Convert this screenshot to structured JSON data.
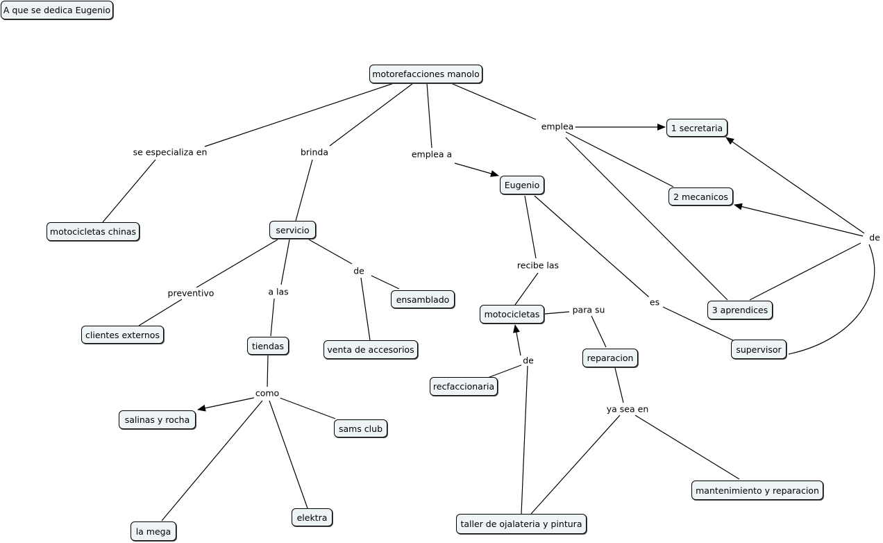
{
  "title": "A que se dedica Eugenio",
  "concepts": {
    "motorefacciones": "motorefacciones manolo",
    "secretaria": "1 secretaria",
    "mecanicos": "2 mecanicos",
    "eugenio": "Eugenio",
    "motos_chinas": "motocicletas chinas",
    "servicio": "servicio",
    "aprendices": "3 aprendices",
    "ensamblado": "ensamblado",
    "motocicletas": "motocicletas",
    "clientes": "clientes externos",
    "tiendas": "tiendas",
    "venta": "venta de accesorios",
    "supervisor": "supervisor",
    "reparacion": "reparacion",
    "recfaccionaria": "recfaccionaria",
    "salinas": "salinas y rocha",
    "sams": "sams club",
    "mantenimiento": "mantenimiento y reparacion",
    "elektra": "elektra",
    "taller": "taller de ojalateria y pintura",
    "lamega": "la mega"
  },
  "links": {
    "especializa": "se especializa en",
    "brinda": "brinda",
    "emplea_a": "emplea a",
    "emplea": "emplea",
    "recibe": "recibe las",
    "preventivo": "preventivo",
    "a_las": "a las",
    "de_servicio": "de",
    "para_su": "para su",
    "es": "es",
    "de_right": "de",
    "de_moto": "de",
    "ya_sea": "ya sea en",
    "como": "como"
  }
}
